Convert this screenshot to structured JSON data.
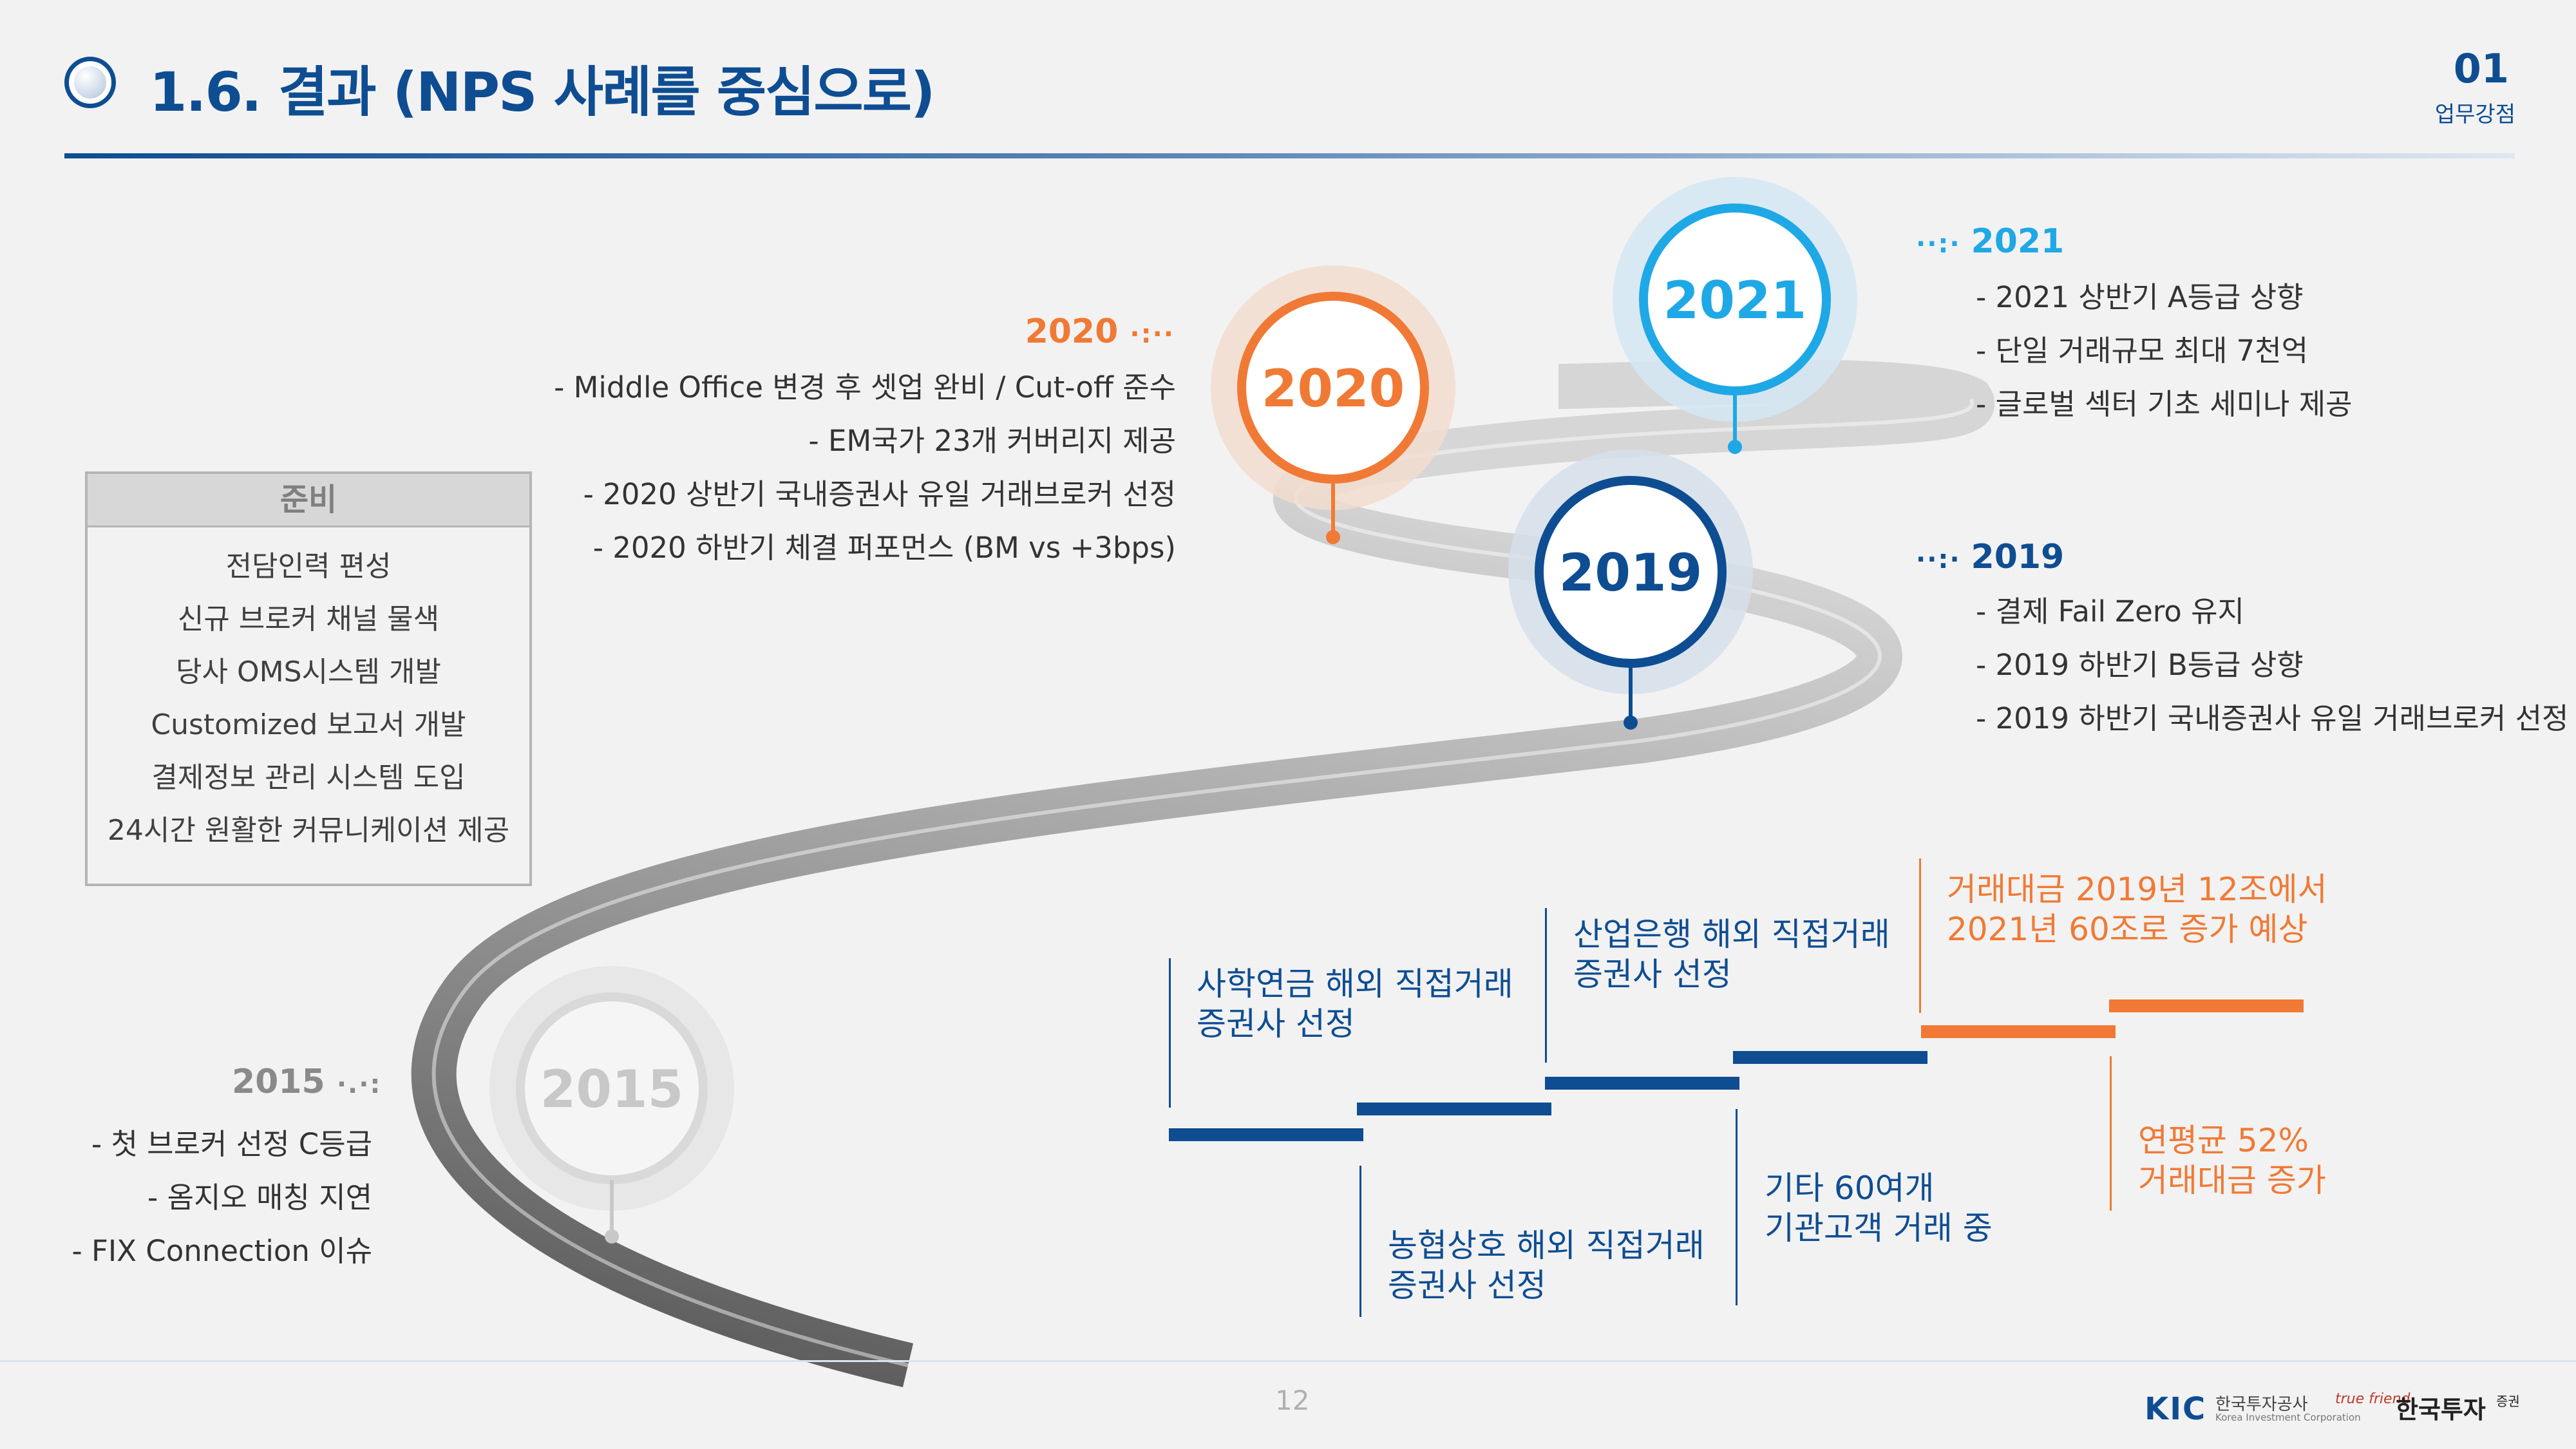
{
  "header": {
    "title": "1.6. 결과 (NPS 사례를 중심으로)",
    "section_number": "01",
    "section_name": "업무강점"
  },
  "preparation": {
    "heading": "준비",
    "items": [
      "전담인력 편성",
      "신규 브로커 채널 물색",
      "당사 OMS시스템 개발",
      "Customized 보고서 개발",
      "결제정보 관리 시스템 도입",
      "24시간 원활한 커뮤니케이션 제공"
    ]
  },
  "milestones": {
    "y2015": {
      "marker": "2015",
      "label": "2015",
      "items": [
        "- 첫 브로커 선정 C등급",
        "- 옴지오 매칭 지연",
        "- FIX Connection 이슈"
      ]
    },
    "y2019": {
      "marker": "2019",
      "label": "2019",
      "items": [
        "- 결제 Fail Zero 유지",
        "- 2019 하반기 B등급 상향",
        "- 2019 하반기 국내증권사 유일 거래브로커 선정"
      ]
    },
    "y2020": {
      "marker": "2020",
      "label": "2020",
      "items": [
        "- Middle Office 변경 후 셋업 완비 / Cut-off 준수",
        "- EM국가 23개 커버리지 제공",
        "- 2020 상반기 국내증권사 유일 거래브로커 선정",
        "- 2020 하반기 체결 퍼포먼스 (BM vs +3bps)"
      ]
    },
    "y2021": {
      "marker": "2021",
      "label": "2021",
      "items": [
        "- 2021 상반기 A등급 상향",
        "- 단일 거래규모 최대 7천억",
        "- 글로벌 섹터 기초 세미나 제공"
      ]
    }
  },
  "step_chart": {
    "steps": [
      {
        "line1": "사학연금 해외 직접거래",
        "line2": "증권사 선정"
      },
      {
        "line1": "농협상호 해외 직접거래",
        "line2": "증권사 선정"
      },
      {
        "line1": "산업은행 해외 직접거래",
        "line2": "증권사 선정"
      },
      {
        "line1": "기타 60여개",
        "line2": "기관고객 거래 중"
      },
      {
        "line1": "거래대금 2019년 12조에서",
        "line2": "2021년 60조로 증가 예상"
      },
      {
        "line1": "연평균 52%",
        "line2": "거래대금 증가"
      }
    ]
  },
  "footer": {
    "page_number": "12",
    "kic_logo": "KIC",
    "kic_name": "한국투자공사",
    "kic_sub": "Korea Investment Corporation",
    "tf_logo": "true friend",
    "kis_name": "한국투자",
    "kis_sub": "증권"
  },
  "colors": {
    "navy": "#0e4d92",
    "blue": "#1fa8e6",
    "orange": "#f07a35",
    "gray": "#8a8a8a"
  }
}
